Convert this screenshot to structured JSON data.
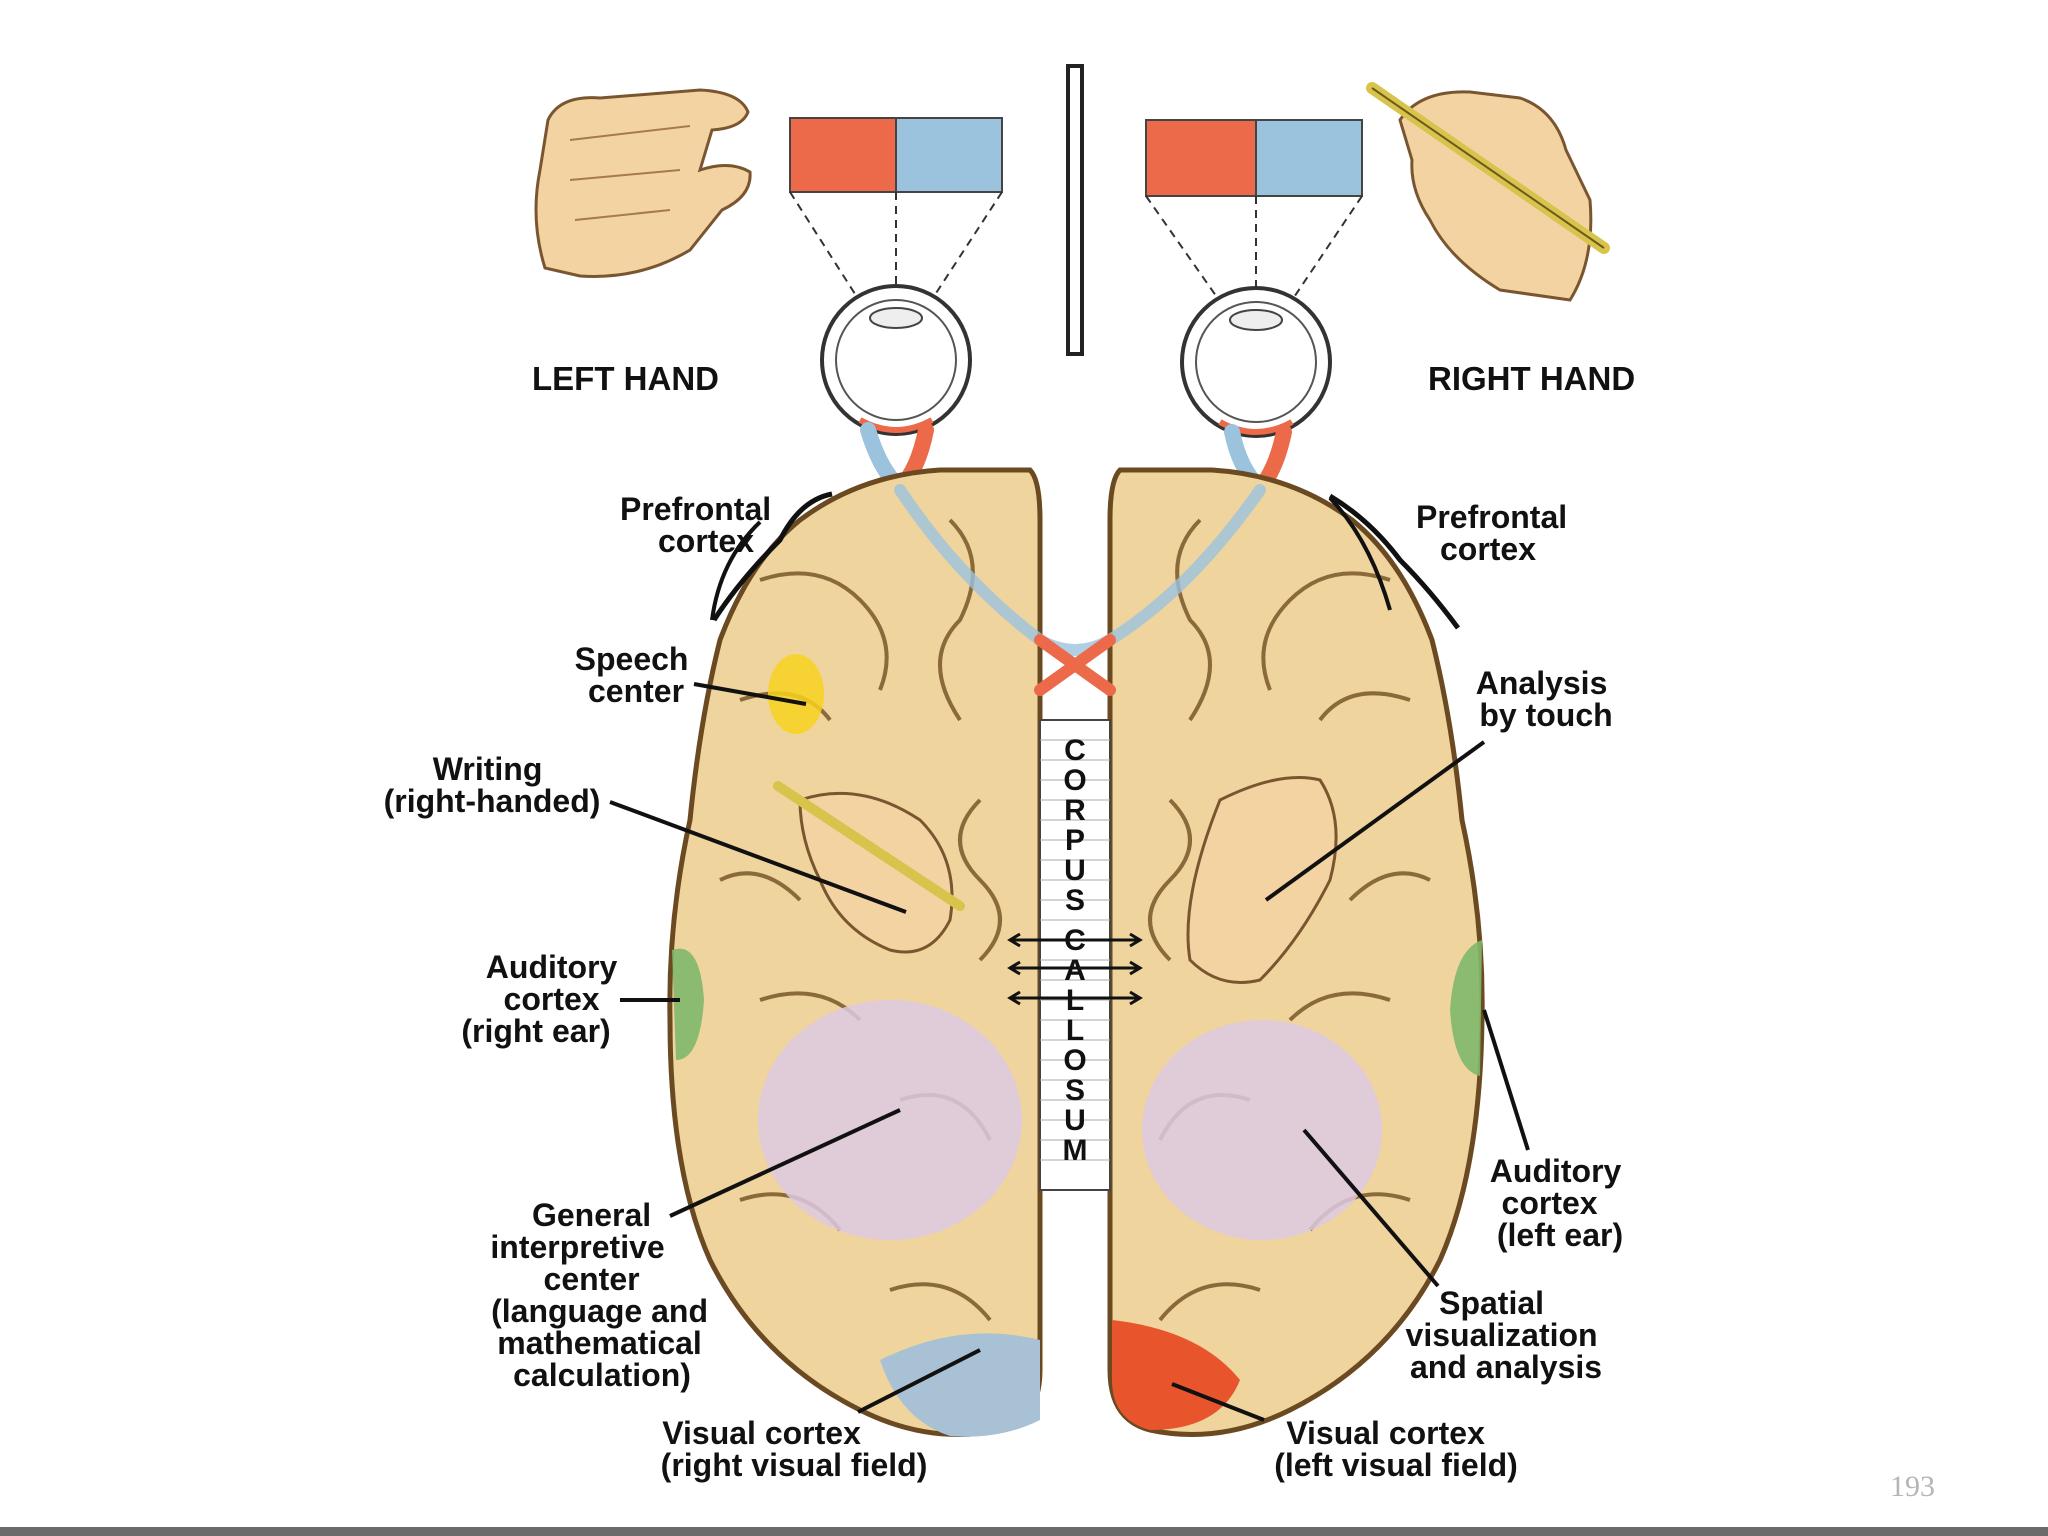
{
  "hands": {
    "left": "LEFT HAND",
    "right": "RIGHT HAND"
  },
  "labels": {
    "prefrontal_left": [
      "Prefrontal",
      "cortex"
    ],
    "prefrontal_right": [
      "Prefrontal",
      "cortex"
    ],
    "speech": [
      "Speech",
      "center"
    ],
    "writing": [
      "Writing",
      "(right-handed)"
    ],
    "auditory_left": [
      "Auditory",
      "cortex",
      "(right ear)"
    ],
    "general": [
      "General",
      "interpretive",
      "center",
      "(language and",
      "mathematical",
      "calculation)"
    ],
    "visual_left": [
      "Visual cortex",
      "(right visual field)"
    ],
    "analysis": [
      "Analysis",
      "by touch"
    ],
    "auditory_right": [
      "Auditory",
      "cortex",
      "(left ear)"
    ],
    "spatial": [
      "Spatial",
      "visualization",
      "and analysis"
    ],
    "visual_right": [
      "Visual cortex",
      "(left visual field)"
    ]
  },
  "corpus_callosum": [
    "C",
    "O",
    "R",
    "P",
    "U",
    "S",
    "C",
    "A",
    "L",
    "L",
    "O",
    "S",
    "U",
    "M"
  ],
  "page_number": "193",
  "colors": {
    "brain": "#f0d49e",
    "brain_outline": "#6b4a22",
    "red": "#ec6a4a",
    "blue": "#9cc3de",
    "speech": "#f7d21e",
    "auditory": "#7fb86a",
    "spatial": "#ddc9e2",
    "visual_left": "#a9c1d4",
    "visual_right": "#e8552c",
    "skin": "#f3d3a2"
  }
}
